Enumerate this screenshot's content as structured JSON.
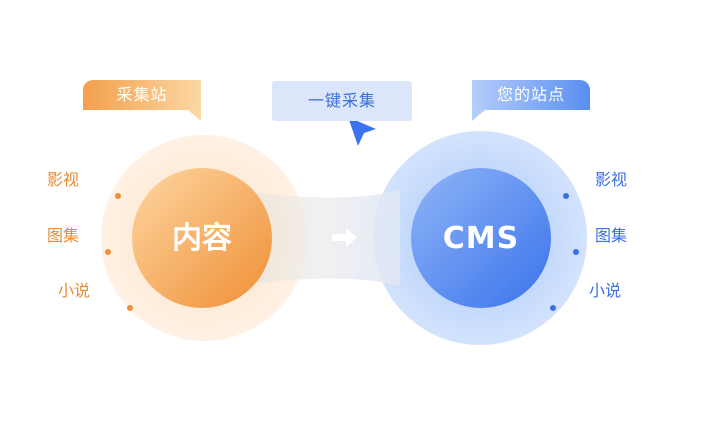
{
  "source": {
    "tag": "采集站",
    "hub": "内容",
    "items": [
      "影视",
      "图集",
      "小说"
    ]
  },
  "action": {
    "label": "一键采集"
  },
  "target": {
    "tag": "您的站点",
    "hub": "CMS",
    "items": [
      "影视",
      "图集",
      "小说"
    ]
  },
  "icons": {
    "cursor": "pointer-cursor-icon",
    "arrow": "arrow-right-icon"
  },
  "colors": {
    "orange_accent": "#f0973e",
    "blue_accent": "#3b74ec",
    "orange_light": "#fde9d4",
    "blue_light": "#c6dafc"
  }
}
